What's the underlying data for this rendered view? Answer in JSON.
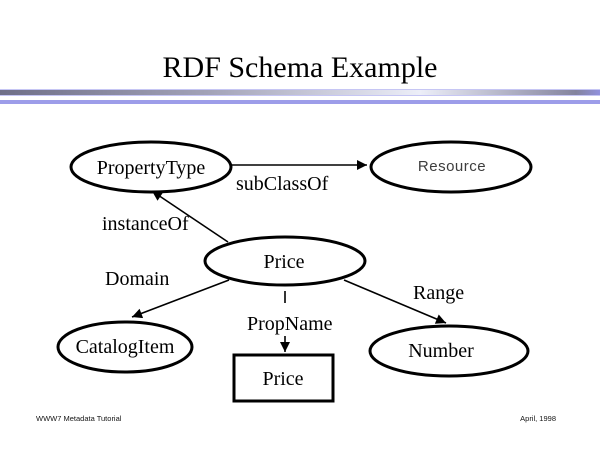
{
  "slide": {
    "title": "RDF Schema Example",
    "footer_left": "WWW7 Metadata Tutorial",
    "footer_right": "April, 1998"
  },
  "diagram": {
    "nodes": {
      "property_type": "PropertyType",
      "resource": "Resource",
      "price_class": "Price",
      "catalog_item": "CatalogItem",
      "number": "Number",
      "price_instance": "Price"
    },
    "edges": {
      "sub_class_of": "subClassOf",
      "instance_of": "instanceOf",
      "domain": "Domain",
      "range": "Range",
      "prop_name": "PropName"
    }
  },
  "colors": {
    "divider_accent": "#9d9de9",
    "divider_edge": "#c6c6f4",
    "diagram_stroke": "#000000",
    "resource_text": "#3d3d3d"
  }
}
